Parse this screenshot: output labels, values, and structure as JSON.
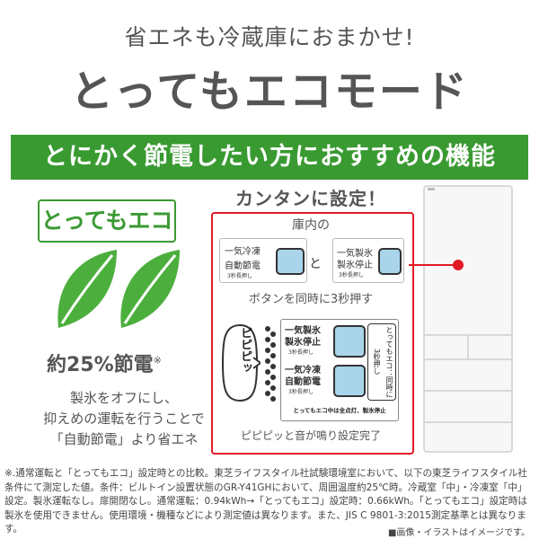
{
  "header": {
    "subtitle": "省エネも冷蔵庫におまかせ!",
    "title": "とってもエコモード"
  },
  "banner": {
    "text": "とにかく節電したい方におすすめの機能"
  },
  "left": {
    "mode_label": "とってもエコ",
    "saving": "約25%節電",
    "saving_mark": "※",
    "desc_lines": [
      "製氷をオフにし、",
      "抑えめの運転を行うことで",
      "「自動節電」より省エネ"
    ]
  },
  "setup": {
    "heading": "カンタンに設定！",
    "inside_label": "庫内の",
    "panel_left": {
      "line1": "一気冷凍",
      "line2": "自動節電",
      "line3": "3秒長押し"
    },
    "connector": "と",
    "panel_right": {
      "line1": "一気製氷",
      "line2": "製氷停止",
      "line3": "3秒長押し"
    },
    "press_instruction": "ボタンを同時に3秒押す",
    "pipi_bubble": "ピピピッ",
    "big_panel": {
      "row1_line1": "一気製氷",
      "row1_line2": "製氷停止",
      "row1_line3": "3秒長押し",
      "row2_line1": "一気冷凍",
      "row2_line2": "自動節電",
      "row2_line3": "3秒長押し",
      "side_label": "とってもエコ：同時に3秒押し",
      "bottom_note": "とってもエコ中は全点灯、製氷停止"
    },
    "sound_note": "ピピピッと音が鳴り設定完了"
  },
  "footnote": {
    "text": "※.通常運転と「とってもエコ」設定時との比較。東芝ライフスタイル社試験環境室において、以下の東芝ライフスタイル社条件にて測定した値。条件：ビルトイン設置状態のGR-Y41GHにおいて、周囲温度約25℃時。冷蔵室「中」・冷凍室「中」設定。製氷運転なし。扉開閉なし。通常運転：0.94kWh→「とってもエコ」設定時：0.66kWh。「とってもエコ」設定時は製氷を使用できません。使用環境・機種などにより測定値は異なります。また、JIS C 9801-3:2015測定基準とは異なります。",
    "image_note": "■画像・イラストはイメージです。"
  },
  "colors": {
    "green": "#3a9a32",
    "red": "#e01b24",
    "button_blue": "#a9d4ea"
  }
}
